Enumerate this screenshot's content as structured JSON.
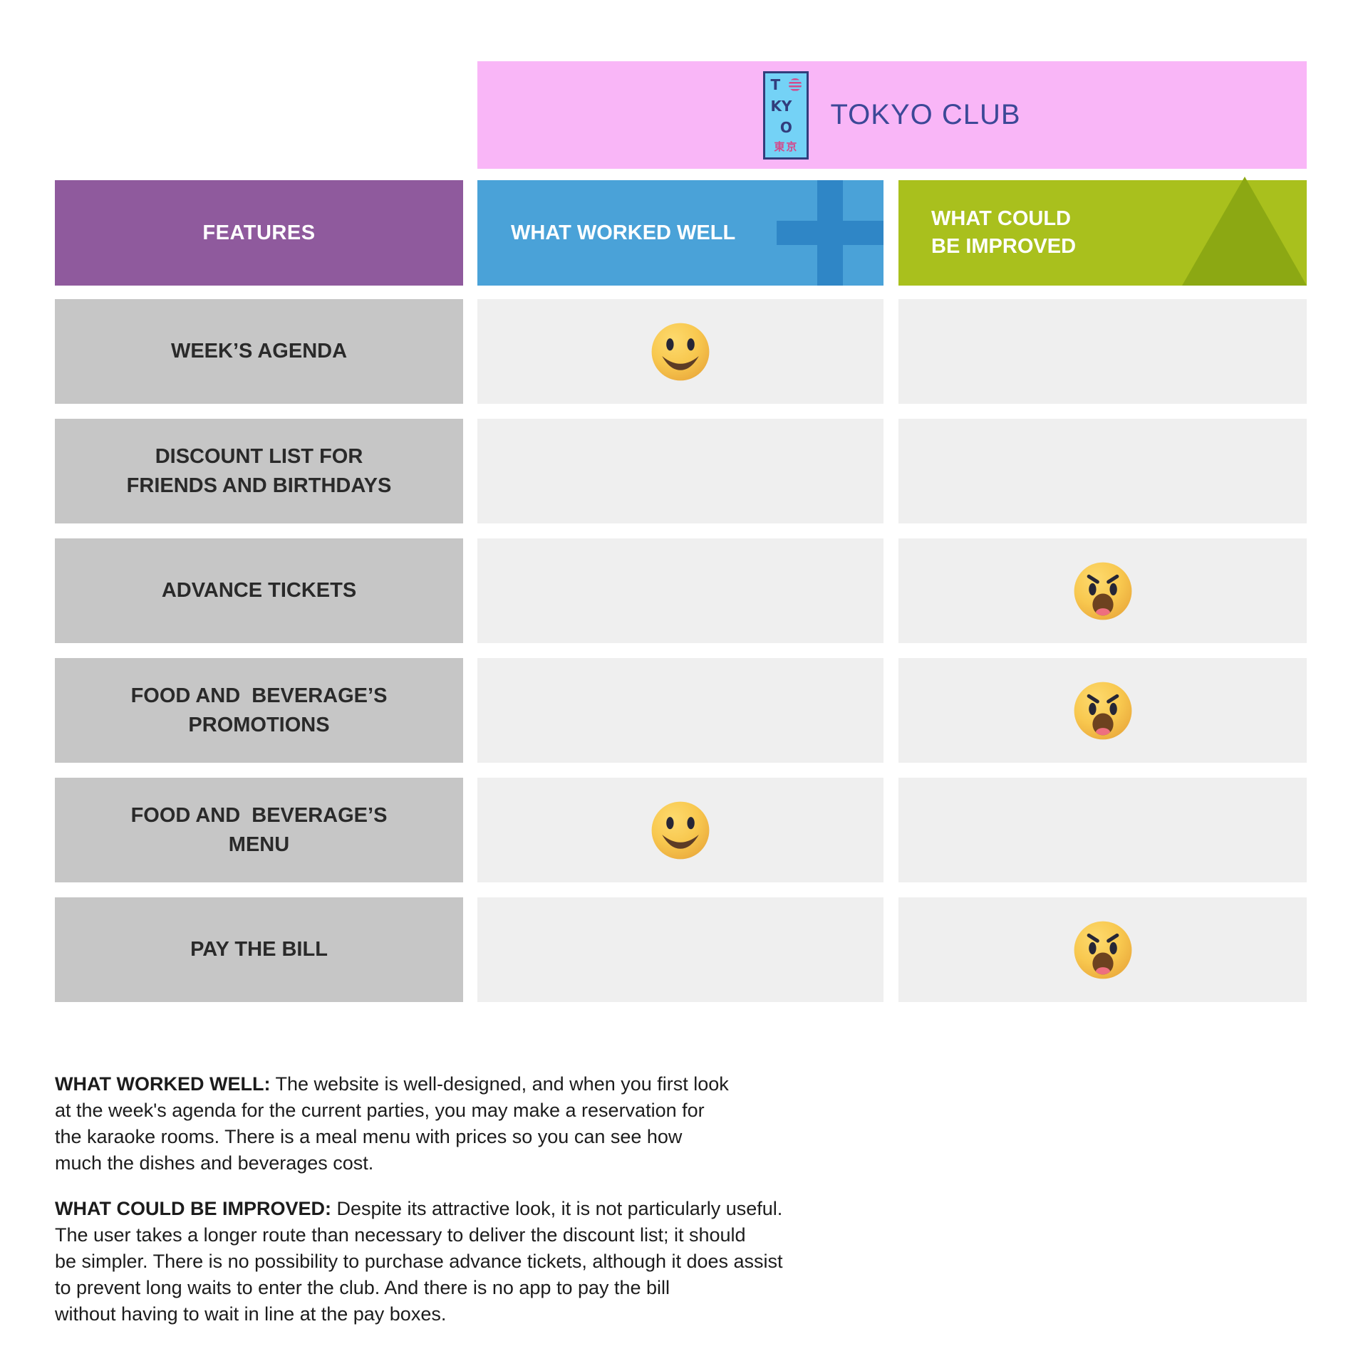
{
  "banner": {
    "title": "TOKYO CLUB",
    "logo": {
      "letters_row1": "T",
      "letters_row2": "KY",
      "letters_row3": "O",
      "kanji": "東京"
    }
  },
  "header": {
    "features": "FEATURES",
    "worked": "WHAT WORKED WELL",
    "improved": "WHAT COULD\nBE IMPROVED"
  },
  "rows": [
    {
      "label": "WEEK’S AGENDA",
      "worked_icon": "smiley-face",
      "improved_icon": ""
    },
    {
      "label": "DISCOUNT LIST FOR\nFRIENDS AND BIRTHDAYS",
      "worked_icon": "",
      "improved_icon": ""
    },
    {
      "label": "ADVANCE TICKETS",
      "worked_icon": "",
      "improved_icon": "angry-face"
    },
    {
      "label": "FOOD AND  BEVERAGE’S\nPROMOTIONS",
      "worked_icon": "",
      "improved_icon": "angry-face"
    },
    {
      "label": "FOOD AND  BEVERAGE’S\nMENU",
      "worked_icon": "smiley-face",
      "improved_icon": ""
    },
    {
      "label": "PAY THE BILL",
      "worked_icon": "",
      "improved_icon": "angry-face"
    }
  ],
  "notes": [
    {
      "lead": "WHAT WORKED WELL:",
      "text": " The website is well-designed, and when you first look\nat the week's agenda for the current parties, you may make a reservation for\nthe karaoke rooms. There is a meal menu with prices so you can see how\nmuch the dishes and beverages cost."
    },
    {
      "lead": "WHAT COULD BE IMPROVED:",
      "text": " Despite its attractive look, it is not particularly useful.\nThe user takes a longer route than necessary to deliver the discount list; it should\nbe simpler. There is no possibility to purchase advance tickets, although it does assist\nto prevent long waits to enter the club. And there is no app to pay the bill\nwithout having to wait in line at the pay boxes."
    }
  ],
  "colors": {
    "banner_pink": "#f9b6f7",
    "logo_blue": "#74d2f6",
    "logo_navy": "#323d7c",
    "logo_pink": "#d34a8c",
    "title_navy": "#3c4897",
    "features_purple": "#8f5a9d",
    "worked_blue": "#4aa2d8",
    "plus_blue": "#2f86c6",
    "improved_green": "#a9c01d",
    "triangle_green": "#8ca813",
    "label_gray": "#c6c6c6",
    "cell_gray": "#efefef",
    "emoji_yellow": "#f8c84f"
  }
}
